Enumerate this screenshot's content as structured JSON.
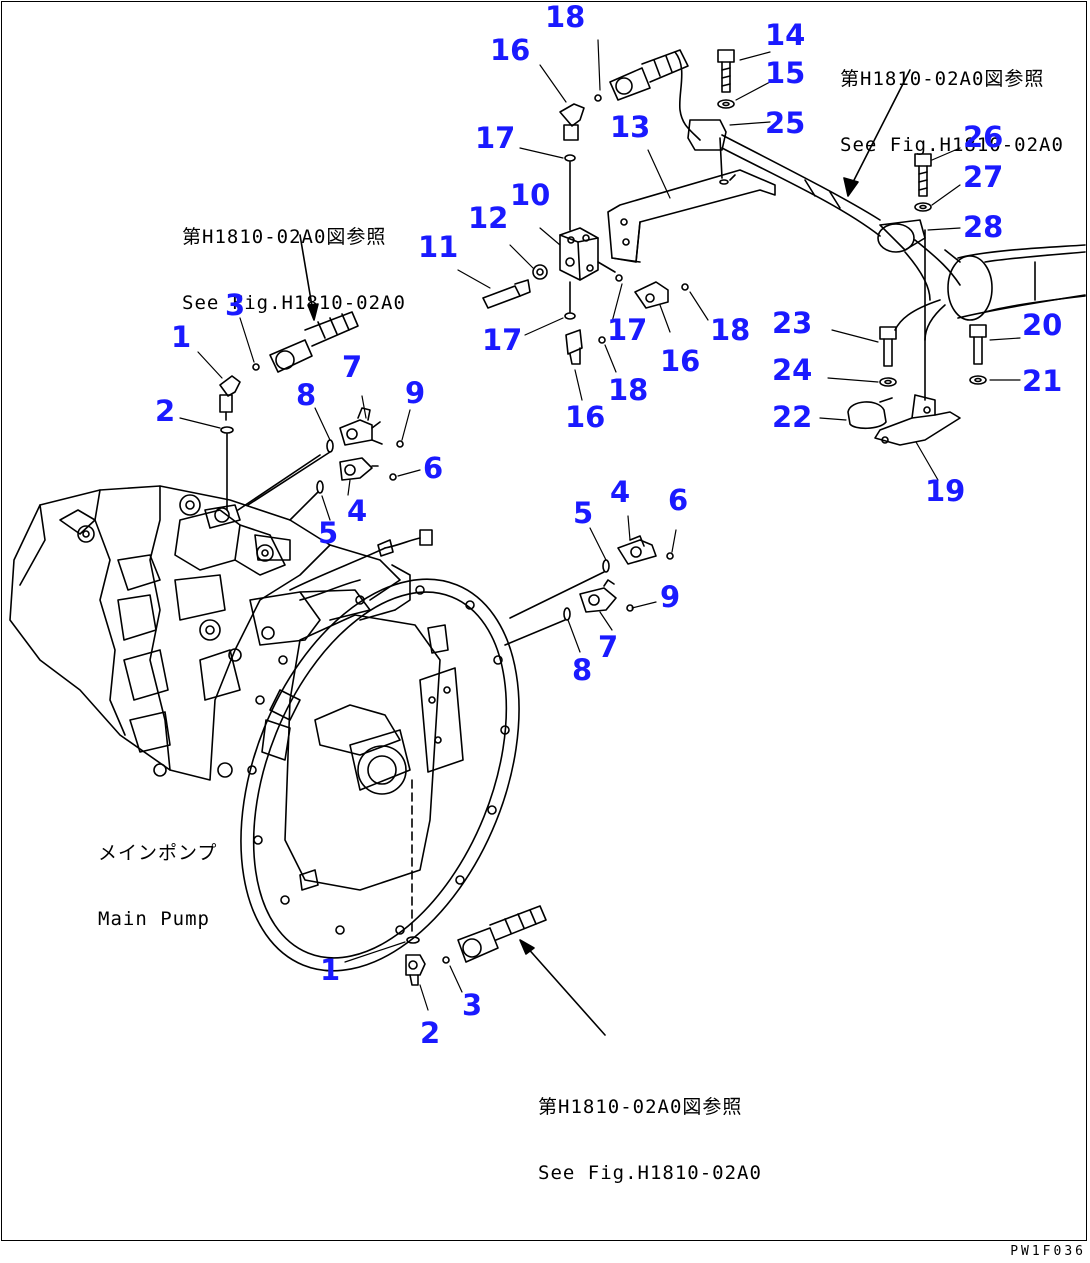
{
  "references": {
    "top_right": {
      "jp": "第H1810-02A0図参照",
      "en": "See Fig.H1810-02A0"
    },
    "top_left": {
      "jp": "第H1810-02A0図参照",
      "en": "See Fig.H1810-02A0"
    },
    "bottom": {
      "jp": "第H1810-02A0図参照",
      "en": "See Fig.H1810-02A0"
    }
  },
  "main_pump_label": {
    "jp": "メインポンプ",
    "en": "Main Pump"
  },
  "figure_code": "PW1F036",
  "callouts": [
    "1",
    "1",
    "2",
    "2",
    "3",
    "3",
    "4",
    "4",
    "5",
    "5",
    "6",
    "6",
    "7",
    "7",
    "8",
    "8",
    "9",
    "9",
    "10",
    "11",
    "12",
    "13",
    "14",
    "15",
    "16",
    "16",
    "16",
    "17",
    "17",
    "17",
    "18",
    "18",
    "18",
    "19",
    "20",
    "21",
    "22",
    "23",
    "24",
    "25",
    "26",
    "27",
    "28"
  ],
  "callout_color": "#1a1aff"
}
